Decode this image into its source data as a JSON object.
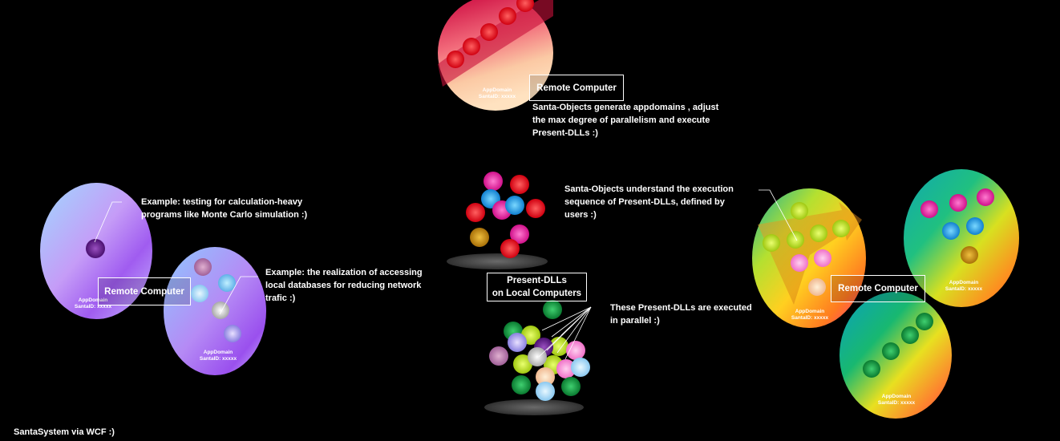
{
  "labels": {
    "remote_computer": "Remote Computer",
    "appdomain": "AppDomain",
    "santaid": "SantaID: xxxxx",
    "present_dlls_box": "Present-DLLs\non Local Computers"
  },
  "notes": {
    "top": "Santa-Objects  generate appdomains , adjust\nthe max degree of parallelism and execute\nPresent-DLLs :)",
    "example_calc": "Example: testing for calculation-heavy\nprograms  like Monte Carlo simulation :)",
    "example_db": "Example: the realization of accessing\nlocal databases for reducing network\ntrafic :)",
    "sequence": "Santa-Objects understand the execution\nsequence of Present-DLLs, defined by\nusers :)",
    "parallel": "These Present-DLLs are executed\nin parallel :)",
    "footer": "SantaSystem via WCF :)"
  },
  "colors": {
    "background": "#000000",
    "red_object": "#e0001a",
    "green_object": "#1a9a3a",
    "blue_object": "#1ea0e0",
    "magenta_object": "#e0209a",
    "lime_object": "#b8e020"
  }
}
